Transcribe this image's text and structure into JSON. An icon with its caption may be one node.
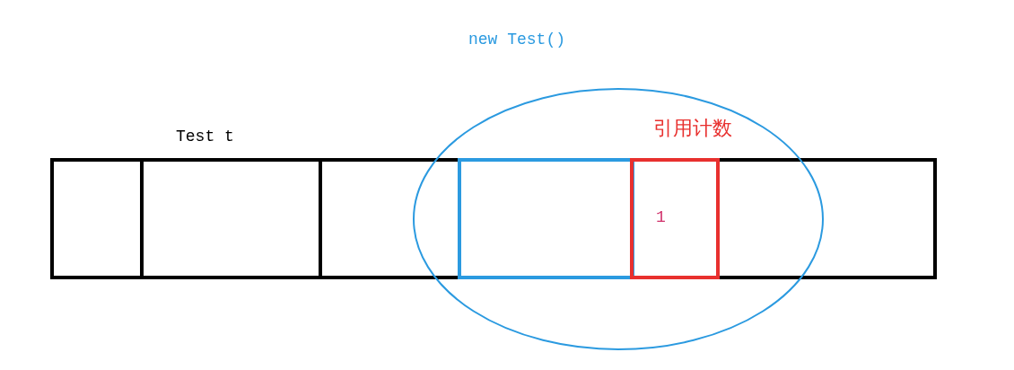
{
  "diagram": {
    "nodes": [
      {
        "text": [],
        "shape": "box"
      },
      {
        "text": [],
        "shape": "box",
        "in": 0
      },
      {
        "text": [
          "Test t"
        ],
        "in": 0
      },
      {
        "text": [
          "new Test()"
        ]
      },
      {
        "text": [],
        "shape": "box"
      },
      {
        "text": [
          "1"
        ]
      }
    ],
    "labels": [
      "引用计数"
    ]
  }
}
